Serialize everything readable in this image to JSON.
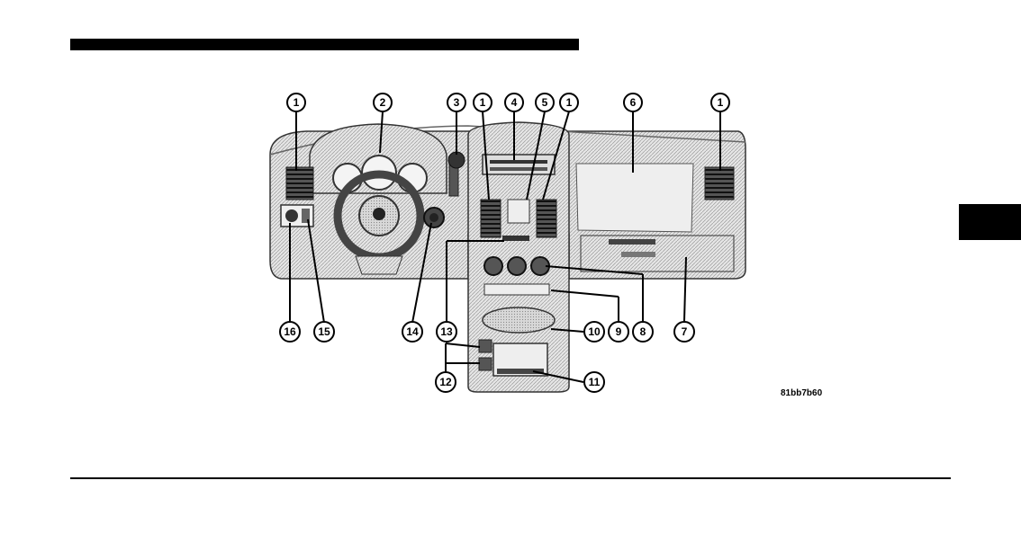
{
  "figure_code": "81bb7b60",
  "callouts": {
    "c1a": "1",
    "c2": "2",
    "c3": "3",
    "c1b": "1",
    "c4": "4",
    "c5": "5",
    "c1c": "1",
    "c6": "6",
    "c1d": "1",
    "c16": "16",
    "c15": "15",
    "c14": "14",
    "c13": "13",
    "c10": "10",
    "c9": "9",
    "c8": "8",
    "c7": "7",
    "c12": "12",
    "c11": "11"
  }
}
